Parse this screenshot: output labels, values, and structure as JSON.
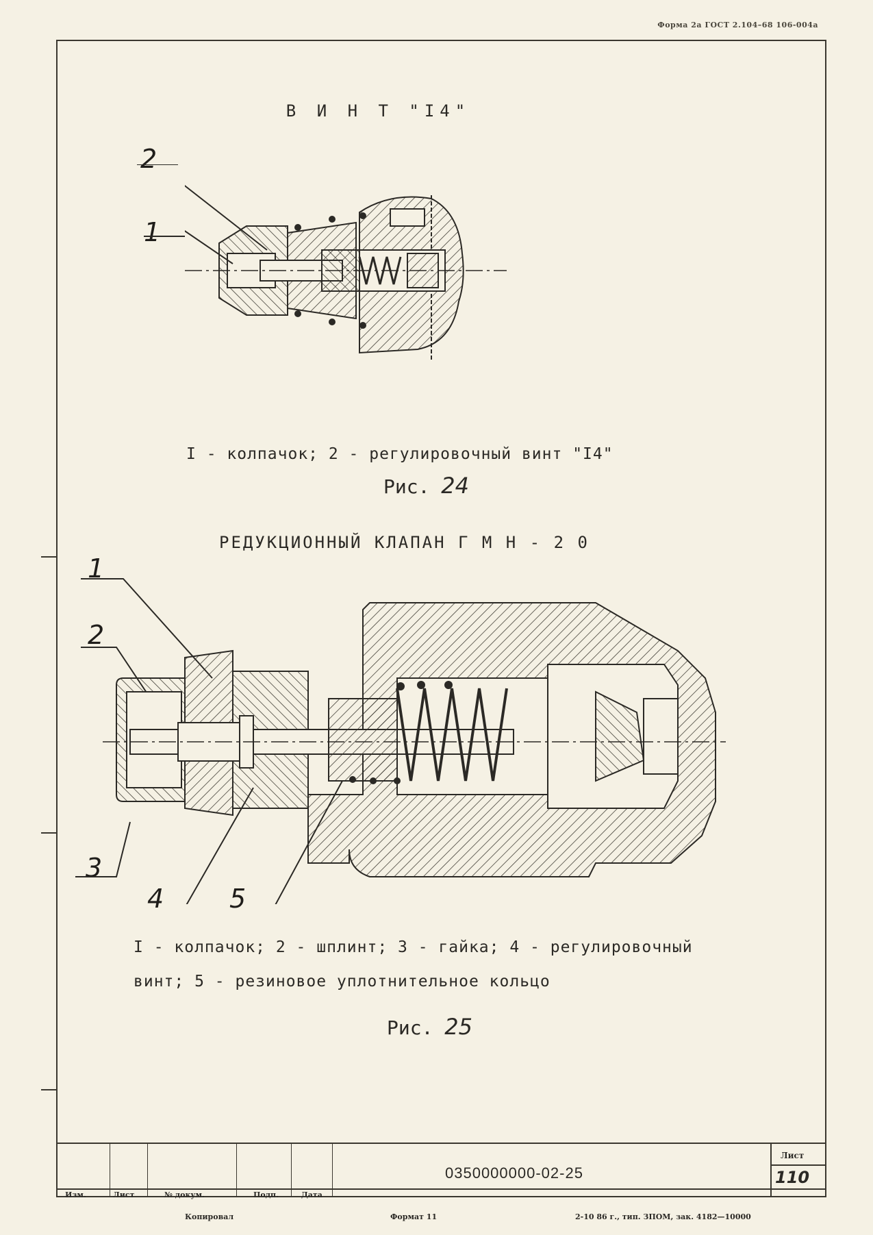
{
  "form_header": "Форма 2а ГОСТ 2.104–68 106-004а",
  "figure1": {
    "title": "В И Н Т \"I4\"",
    "callouts": [
      "2",
      "1"
    ],
    "caption": "I - колпачок;  2 - регулировочный винт \"I4\"",
    "label_prefix": "Рис.",
    "label_number": "24"
  },
  "figure2": {
    "title": "РЕДУКЦИОННЫЙ  КЛАПАН  Г М Н - 2 0",
    "callouts": [
      "1",
      "2",
      "3",
      "4",
      "5"
    ],
    "caption_line1": "I - колпачок;   2 - шплинт;  3 - гайка; 4 - регулировочный",
    "caption_line2": "винт;  5 - резиновое уплотнительное кольцо",
    "label_prefix": "Рис.",
    "label_number": "25"
  },
  "title_block": {
    "doc_number": "0350000000-02-25",
    "sheet_label": "Лист",
    "sheet_number": "110",
    "columns": [
      "Изм.",
      "Лист",
      "№ докум.",
      "Подп.",
      "Дата"
    ],
    "copied": "Копировал",
    "format": "Формат 11",
    "printer": "2-10 86 г., тип. ЗПОМ, зак. 4182—10000"
  }
}
